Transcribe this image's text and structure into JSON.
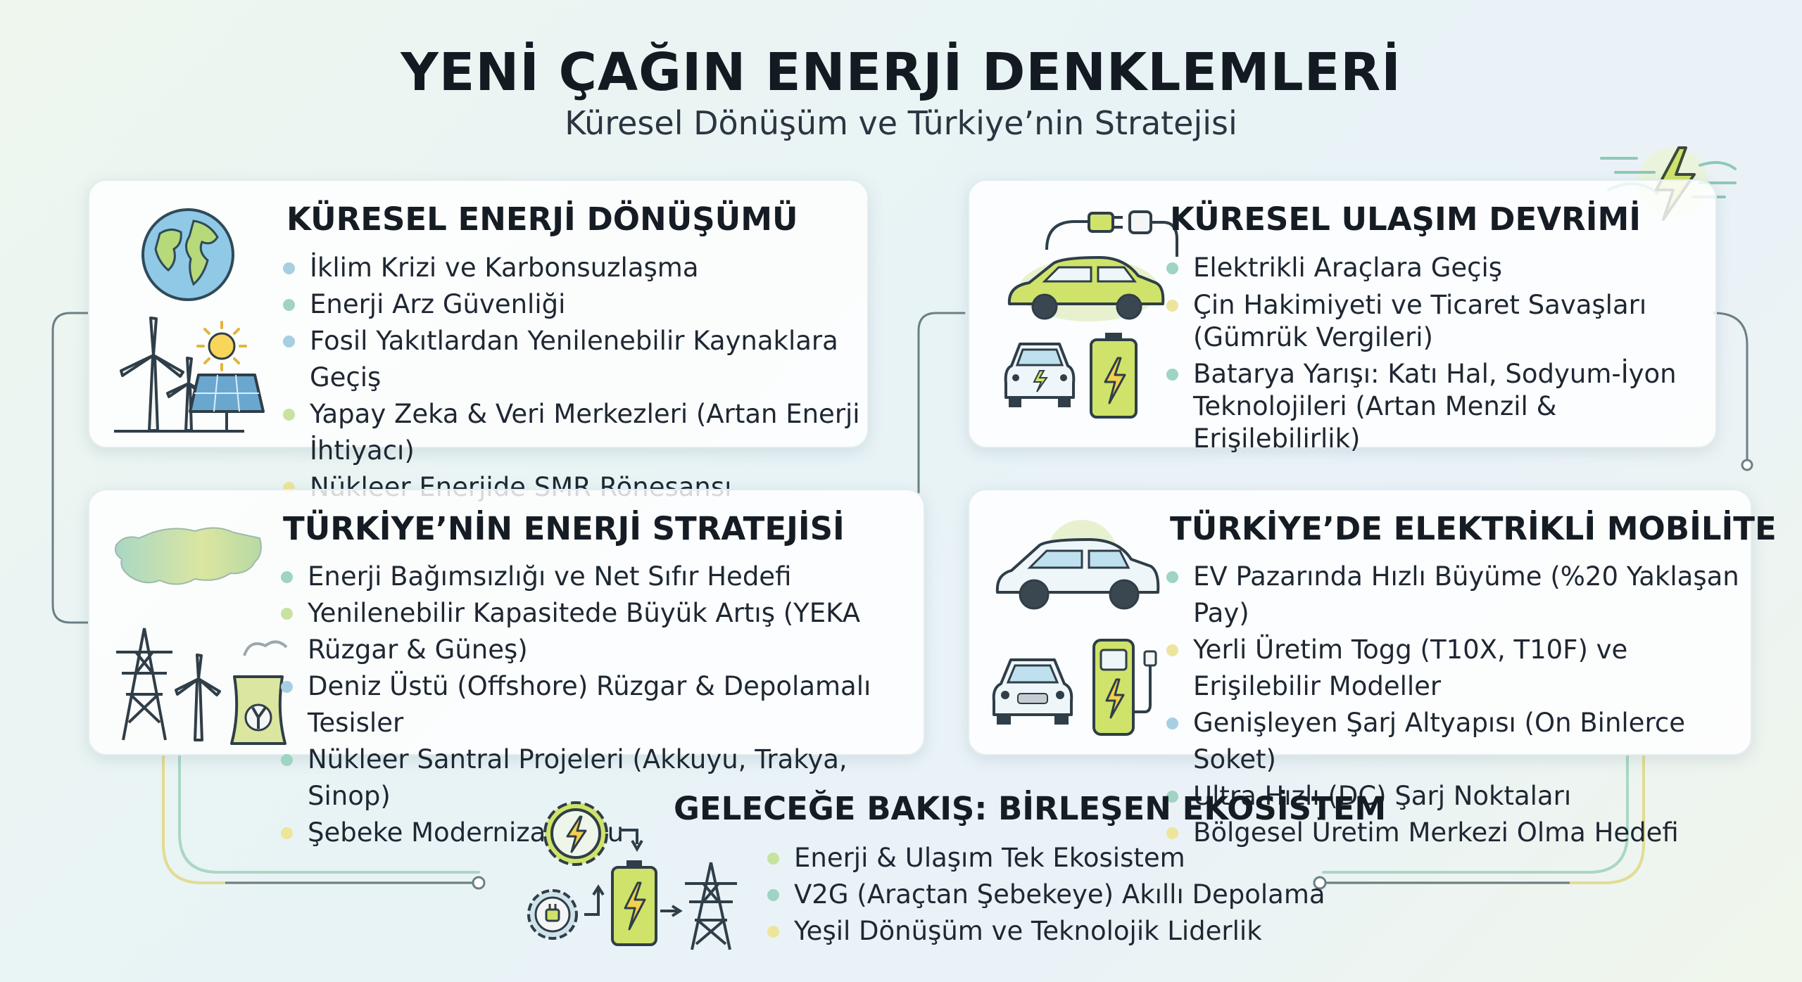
{
  "header": {
    "title": "YENİ ÇAĞIN ENERJİ DENKLEMLERİ",
    "subtitle": "Küresel Dönüşüm ve Türkiye’nin Stratejisi"
  },
  "colors": {
    "blue_dot": "#a7cfe2",
    "teal_dot": "#9fd4c2",
    "yellow_dot": "#ede59b",
    "green_dot": "#c8e2a0"
  },
  "cards": {
    "global_energy": {
      "title": "KÜRESEL ENERJİ DÖNÜŞÜMÜ",
      "icons": [
        "globe-icon",
        "wind-turbine-icon",
        "sun-icon",
        "solar-panel-icon"
      ],
      "items": [
        "İklim Krizi ve Karbonsuzlaşma",
        "Enerji Arz Güvenliği",
        "Fosil Yakıtlardan Yenilenebilir Kaynaklara Geçiş",
        "Yapay Zeka & Veri Merkezleri (Artan Enerji İhtiyacı)",
        "Nükleer Enerjide SMR Rönesansı"
      ]
    },
    "global_transport": {
      "title": "KÜRESEL ULAŞIM DEVRİMİ",
      "icons": [
        "plug-icon",
        "electric-car-icon",
        "battery-icon"
      ],
      "items": [
        "Elektrikli Araçlara Geçiş",
        "Çin Hakimiyeti ve Ticaret Savaşları (Gümrük Vergileri)",
        "Batarya Yarışı: Katı Hal, Sodyum-İyon Teknolojileri (Artan Menzil & Erişilebilirlik)"
      ]
    },
    "turkey_energy": {
      "title": "TÜRKİYE’NİN ENERJİ STRATEJİSİ",
      "icons": [
        "turkey-map-icon",
        "power-tower-icon",
        "wind-turbine-icon",
        "nuclear-plant-icon"
      ],
      "items": [
        "Enerji Bağımsızlığı ve Net Sıfır Hedefi",
        "Yenilenebilir Kapasitede Büyük Artış (YEKA Rüzgar & Güneş)",
        "Deniz Üstü (Offshore) Rüzgar & Depolamalı Tesisler",
        "Nükleer Santral Projeleri (Akkuyu, Trakya, Sinop)",
        "Şebeke Modernizasyonu"
      ]
    },
    "turkey_mobility": {
      "title": "TÜRKİYE’DE ELEKTRİKLİ MOBİLİTE",
      "icons": [
        "suv-icon",
        "car-front-icon",
        "charging-station-icon"
      ],
      "items": [
        "EV Pazarında Hızlı Büyüme (%20 Yaklaşan Pay)",
        "Yerli Üretim Togg (T10X, T10F) ve Erişilebilir Modeller",
        "Genişleyen Şarj Altyapısı (On Binlerce Soket)",
        "Ultra Hızlı (DC) Şarj Noktaları",
        "Bölgesel Üretim Merkezi Olma Hedefi"
      ]
    }
  },
  "future": {
    "title": "GELECEĞE BAKIŞ: BİRLEŞEN EKOSİSTEM",
    "icons": [
      "gear-bolt-icon",
      "gear-plug-icon",
      "battery-icon",
      "power-tower-icon"
    ],
    "items": [
      "Enerji & Ulaşım Tek Ekosistem",
      "V2G (Araçtan Şebekeye) Akıllı Depolama",
      "Yeşil Dönüşüm ve Teknolojik Liderlik"
    ]
  }
}
